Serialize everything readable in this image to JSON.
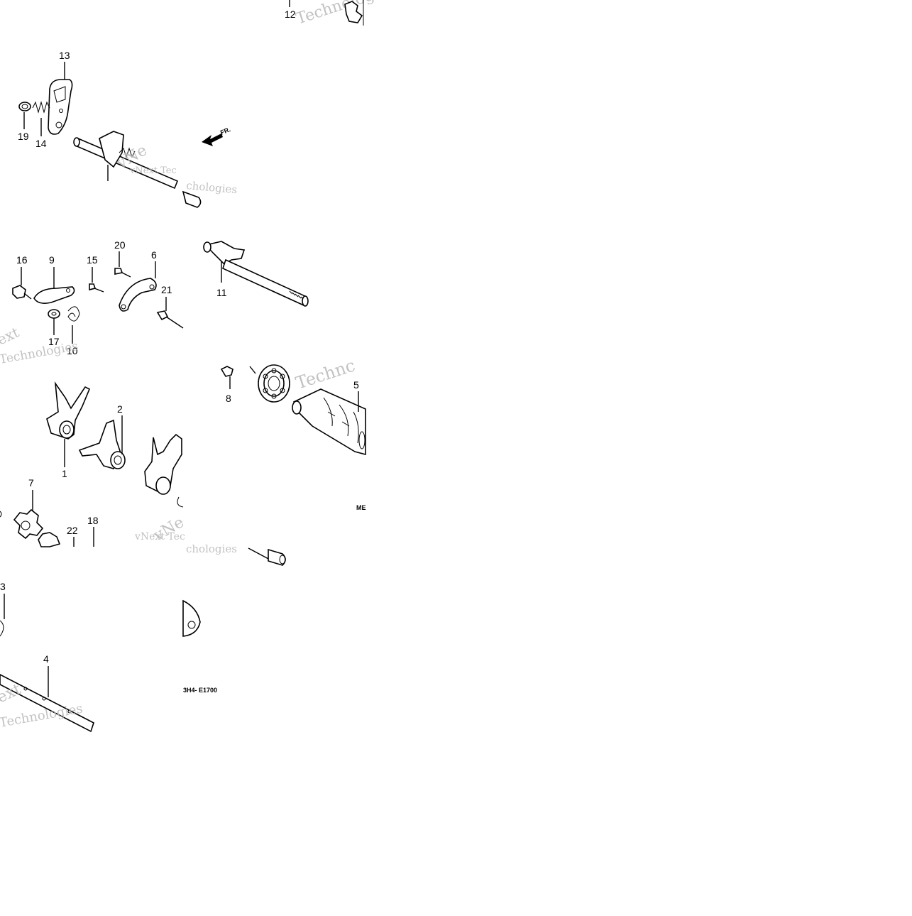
{
  "diagram": {
    "callouts": {
      "c12": "12",
      "c13": "13",
      "c19": "19",
      "c14": "14",
      "c16": "16",
      "c9": "9",
      "c15": "15",
      "c20": "20",
      "c6": "6",
      "c21": "21",
      "c17": "17",
      "c10": "10",
      "c11": "11",
      "c8": "8",
      "c5": "5",
      "c2": "2",
      "c1": "1",
      "c7": "7",
      "c22": "22",
      "c18": "18",
      "c3": "3",
      "c4": "4"
    },
    "front_arrow_label": "FR.",
    "ref_code_right": "ME",
    "ref_code_bottom": "3H4- E1700",
    "watermark": {
      "brand": "vNext",
      "tech": "Technologies",
      "vnext_tec": "vNext Tec",
      "chologies": "chologies",
      "technic": "Technc",
      "ext": "ext",
      "next": "vNe"
    }
  }
}
